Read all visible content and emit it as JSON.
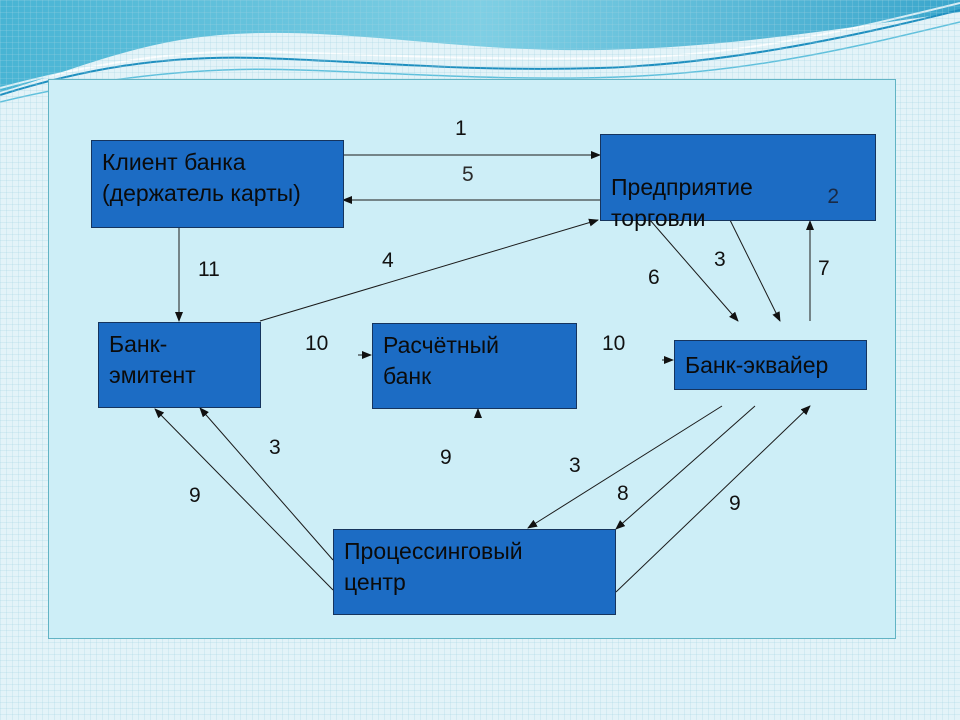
{
  "colors": {
    "box_fill": "#1c6cc4",
    "panel_bg": "#cdeef7",
    "page_bg": "#e3f3f8"
  },
  "nodes": {
    "client": "Клиент банка\n(держатель карты)",
    "merchant": "Предприятие\nторговли",
    "merchant_tag": "2",
    "issuer": "Банк-\nэмитент",
    "settlement": "Расчётный\nбанк",
    "acquirer": "Банк-эквайер",
    "processing": "Процессинговый\nцентр"
  },
  "edges": [
    {
      "from": "client",
      "to": "merchant",
      "label": "1"
    },
    {
      "from": "merchant",
      "to": "client",
      "label": "5"
    },
    {
      "from": "client",
      "to": "issuer",
      "label": "11"
    },
    {
      "from": "issuer",
      "to": "merchant",
      "label": "4"
    },
    {
      "from": "merchant",
      "to": "acquirer",
      "label": "6"
    },
    {
      "from": "merchant",
      "to": "acquirer",
      "label": "3"
    },
    {
      "from": "acquirer",
      "to": "merchant",
      "label": "7"
    },
    {
      "from": "issuer",
      "to": "settlement",
      "label": "10"
    },
    {
      "from": "settlement",
      "to": "acquirer",
      "label": "10"
    },
    {
      "from": "processing",
      "to": "issuer",
      "label": "3"
    },
    {
      "from": "processing",
      "to": "issuer",
      "label": "9"
    },
    {
      "from": "processing",
      "to": "settlement",
      "label": "9"
    },
    {
      "from": "acquirer",
      "to": "processing",
      "label": "3"
    },
    {
      "from": "acquirer",
      "to": "processing",
      "label": "8"
    },
    {
      "from": "processing",
      "to": "acquirer",
      "label": "9"
    }
  ]
}
